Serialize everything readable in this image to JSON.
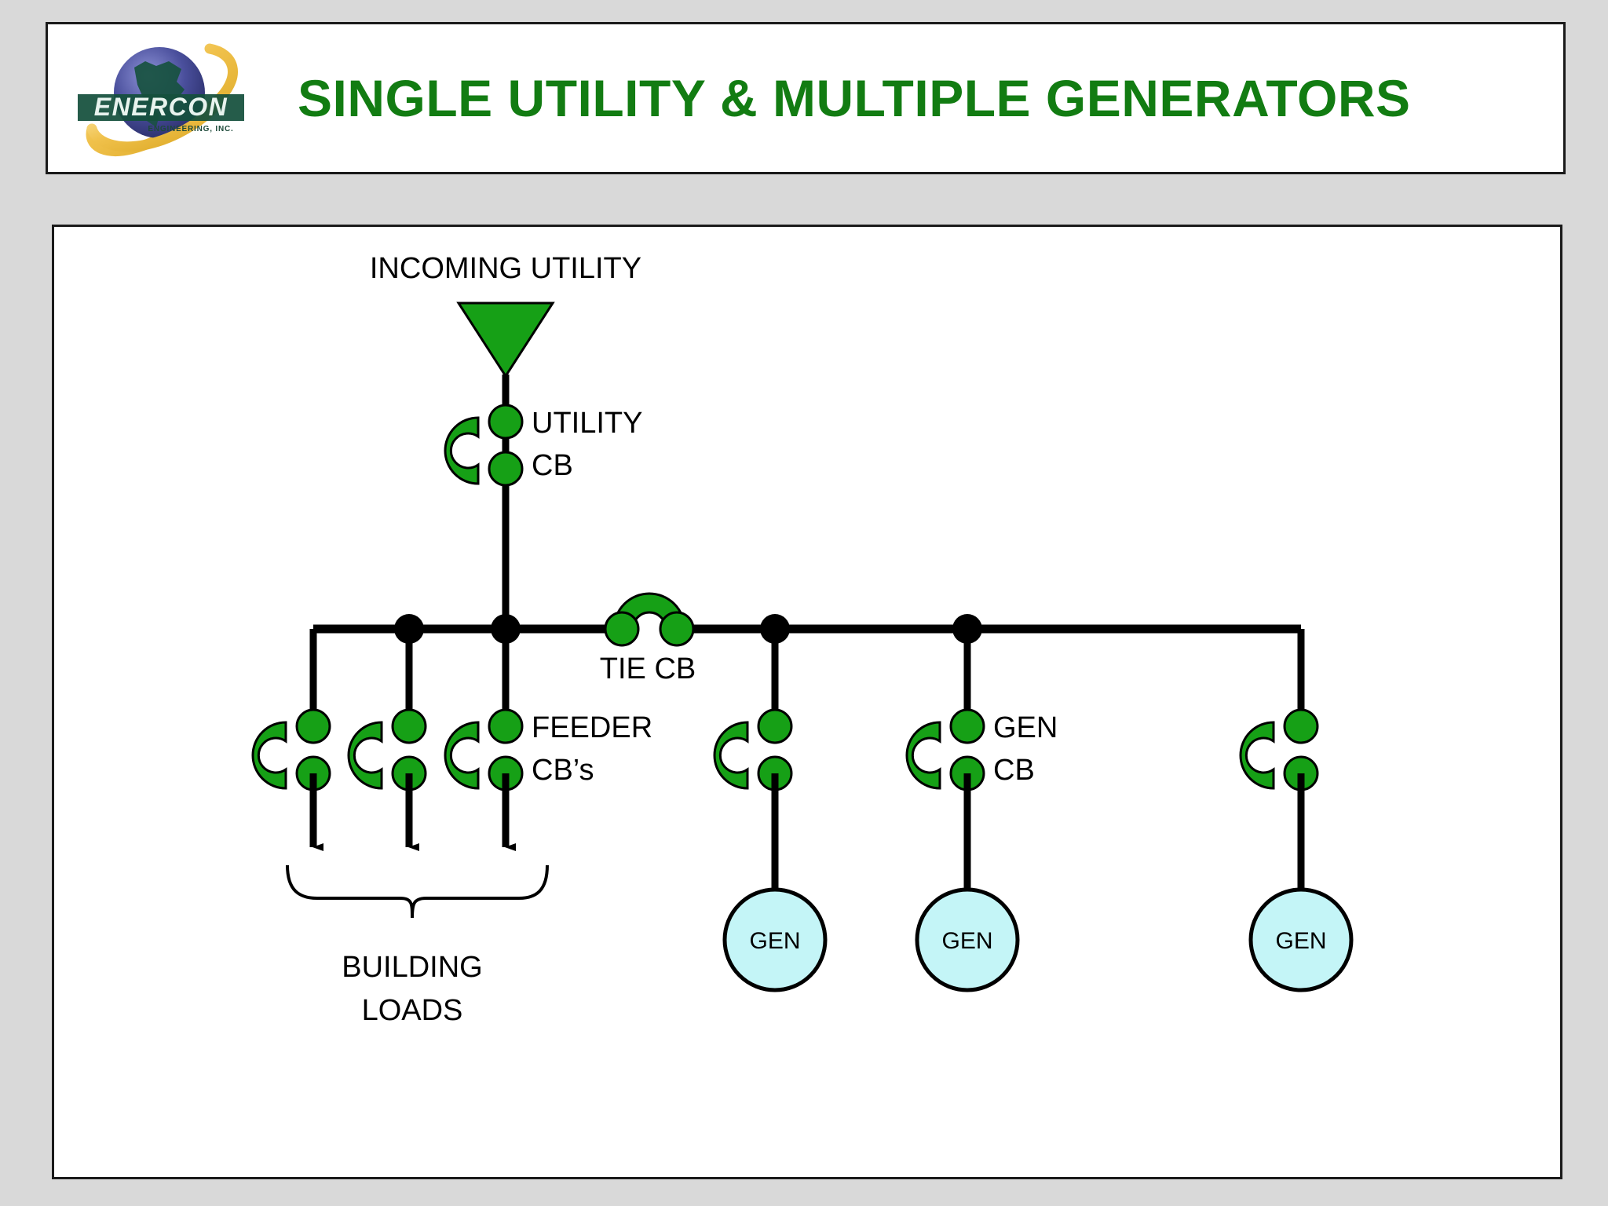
{
  "header": {
    "title": "SINGLE UTILITY & MULTIPLE GENERATORS",
    "title_color": "#127c12",
    "logo": {
      "name": "enercon-logo",
      "wordmark": "ENERCON",
      "subtext": "ENGINEERING, INC.",
      "globe_color": "#4a4f9c",
      "ring_color": "#f0c14b",
      "wordmark_color": "#14503c"
    }
  },
  "diagram": {
    "type": "single-line-electrical-diagram",
    "colors": {
      "line": "#000000",
      "breaker_green": "#16a016",
      "source_green": "#16a016",
      "gen_fill": "#c4f5f7",
      "panel_bg": "#ffffff",
      "page_bg": "#d9d9d9"
    },
    "labels": {
      "incoming_utility": "INCOMING UTILITY",
      "utility_cb_line1": "UTILITY",
      "utility_cb_line2": "CB",
      "tie_cb": "TIE CB",
      "feeder_cb_line1": "FEEDER",
      "feeder_cb_line2": "CB’s",
      "gen_cb_line1": "GEN",
      "gen_cb_line2": "CB",
      "building_loads_line1": "BUILDING",
      "building_loads_line2": "LOADS"
    },
    "generators": [
      {
        "label": "GEN"
      },
      {
        "label": "GEN"
      },
      {
        "label": "GEN"
      }
    ],
    "feeders": [
      {
        "label": ""
      },
      {
        "label": ""
      },
      {
        "label": ""
      }
    ],
    "bus": {
      "node_count": 4,
      "tie_breaker": true
    }
  }
}
